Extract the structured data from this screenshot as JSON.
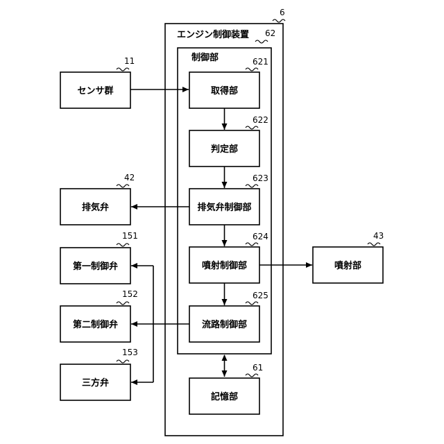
{
  "engine_controller": {
    "label": "エンジン制御装置",
    "ref": "6"
  },
  "control_unit": {
    "label": "制御部",
    "ref": "62"
  },
  "blocks": {
    "acquire": {
      "label": "取得部",
      "ref": "621"
    },
    "judge": {
      "label": "判定部",
      "ref": "622"
    },
    "exhaust_ctrl": {
      "label": "排気弁制御部",
      "ref": "623"
    },
    "inject_ctrl": {
      "label": "噴射制御部",
      "ref": "624"
    },
    "flow_ctrl": {
      "label": "流路制御部",
      "ref": "625"
    },
    "memory": {
      "label": "記憶部",
      "ref": "61"
    }
  },
  "externals": {
    "sensors": {
      "label": "センサ群",
      "ref": "11"
    },
    "exhaust_valve": {
      "label": "排気弁",
      "ref": "42"
    },
    "injector": {
      "label": "噴射部",
      "ref": "43"
    },
    "first_valve": {
      "label": "第一制御弁",
      "ref": "151"
    },
    "second_valve": {
      "label": "第二制御弁",
      "ref": "152"
    },
    "three_way_valve": {
      "label": "三方弁",
      "ref": "153"
    }
  }
}
